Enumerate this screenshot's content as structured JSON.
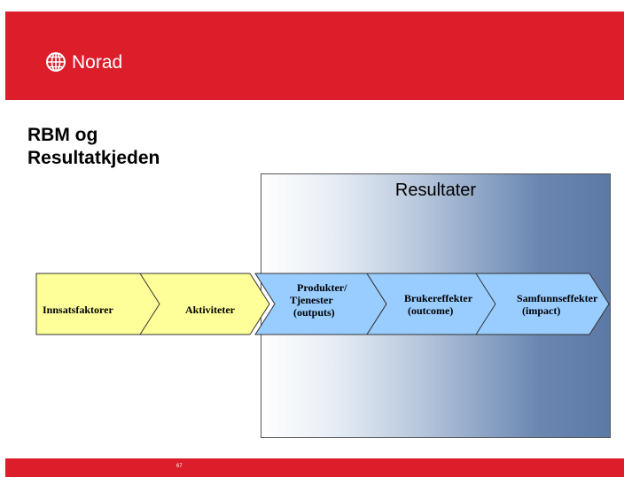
{
  "header": {
    "logo_text": "Norad",
    "logo_icon": "globe-icon",
    "color": "#dc1e2b"
  },
  "title": {
    "line1": "RBM og",
    "line2": "Resultatkjeden"
  },
  "results": {
    "label": "Resultater"
  },
  "chain": [
    {
      "lines": [
        "Innsatsfaktorer"
      ],
      "fill": "#ffff99"
    },
    {
      "lines": [
        "Aktiviteter"
      ],
      "fill": "#ffff99"
    },
    {
      "lines": [
        "Produkter/",
        "Tjenester",
        "(outputs)"
      ],
      "fill": "#99ccff"
    },
    {
      "lines": [
        "Brukereffekter",
        "(outcome)"
      ],
      "fill": "#99ccff"
    },
    {
      "lines": [
        "Samfunnseffekter",
        "(impact)"
      ],
      "fill": "#99ccff"
    }
  ],
  "footer": {
    "page_number": "67"
  }
}
